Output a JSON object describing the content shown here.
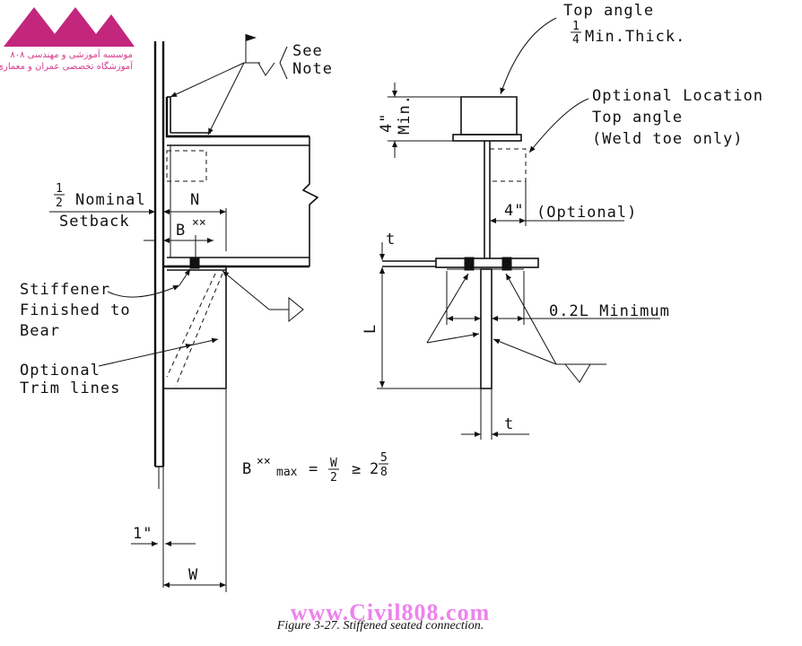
{
  "logo": {
    "line1": "موسسه آموزشی و مهندسی ۸۰۸",
    "line2": "آموزشگاه تخصصی عمران و معماری",
    "color": "#c2277d"
  },
  "watermark": {
    "text": "www.Civil808.com",
    "color": "#ee82ee"
  },
  "caption": "Figure 3-27.  Stiffened seated connection.",
  "left_view": {
    "see_note": [
      "See",
      "Note"
    ],
    "setback": {
      "frac_num": "1",
      "frac_den": "2",
      "line1": "Nominal",
      "line2": "Setback"
    },
    "dim_N": "N",
    "dim_B": "B",
    "dim_B_sup": "××",
    "stiffener": [
      "Stiffener",
      "Finished to",
      "Bear"
    ],
    "trim": [
      "Optional",
      "Trim lines"
    ],
    "formula": {
      "B": "B",
      "sup": "××",
      "sub": "max",
      "eq": "=",
      "w": "W",
      "two": "2",
      "ge": "≥",
      "whole": "2",
      "frac_num": "5",
      "frac_den": "8"
    },
    "dim_1in": "1\"",
    "dim_W": "W"
  },
  "right_view": {
    "top_angle": {
      "line1": "Top angle",
      "frac_num": "1",
      "frac_den": "4",
      "line2": "Min.Thick."
    },
    "min_4in": [
      "4\"",
      "Min."
    ],
    "optional_location": [
      "Optional Location",
      "Top angle",
      "(Weld toe only)"
    ],
    "optional_4in": "4\"",
    "optional_word": "(Optional)",
    "dim_t_top": "t",
    "dim_L": "L",
    "min_02L": "0.2L  Minimum",
    "dim_t_bottom": "t"
  }
}
